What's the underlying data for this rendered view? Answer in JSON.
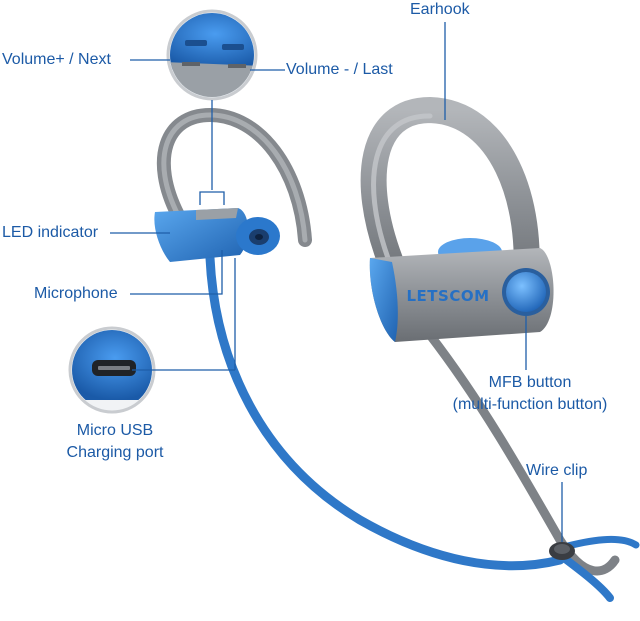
{
  "labels": {
    "volume_up": "Volume+ / Next",
    "volume_down": "Volume - / Last",
    "earhook": "Earhook",
    "led": "LED indicator",
    "microphone": "Microphone",
    "usb_line1": "Micro USB",
    "usb_line2": "Charging port",
    "mfb_line1": "MFB button",
    "mfb_line2": "(multi-function button)",
    "wire_clip": "Wire clip"
  },
  "brand_text": "LETSCOM",
  "colors": {
    "label_text": "#1c5aa6",
    "leader_line": "#1e5ea9",
    "cable_blue": "#2f78c8",
    "housing_gray": "#8d9196",
    "accent_blue": "#3a8ee0"
  },
  "icons": [
    "zoom-callout-buttons",
    "zoom-callout-usb-port",
    "mfb-button-icon",
    "wire-clip-icon"
  ]
}
